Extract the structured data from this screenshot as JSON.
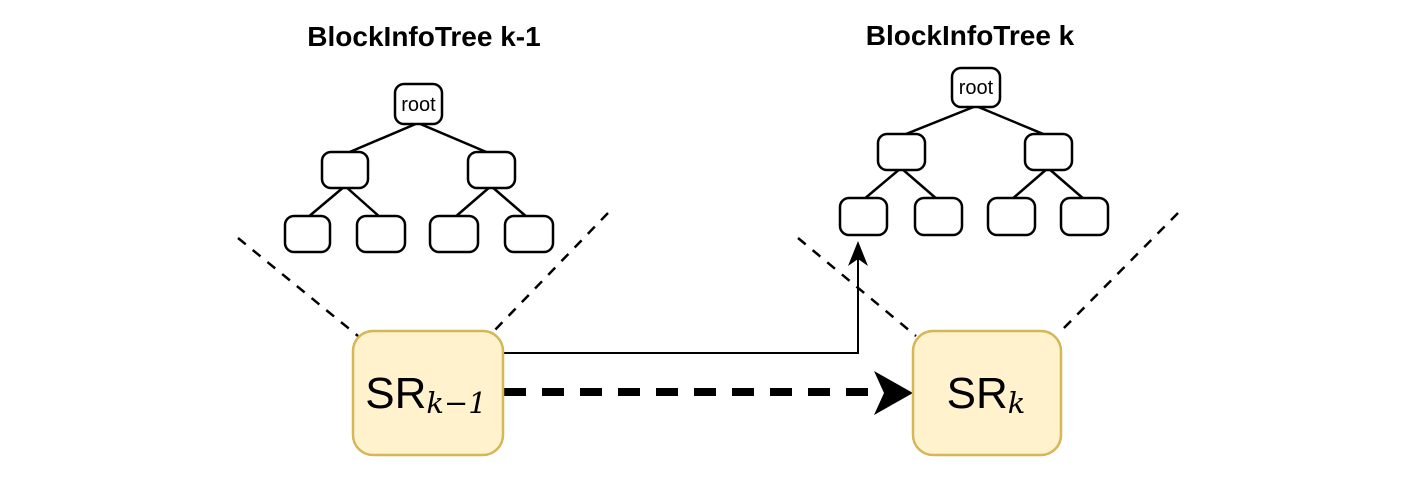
{
  "left_tree": {
    "title": "BlockInfoTree k-1",
    "root_label": "root"
  },
  "right_tree": {
    "title": "BlockInfoTree k",
    "root_label": "root"
  },
  "sr_previous": {
    "base": "SR",
    "subscript": "k−1"
  },
  "sr_current": {
    "base": "SR",
    "subscript": "k"
  },
  "colors": {
    "sr_fill": "#fff2cc",
    "sr_border": "#d6b656",
    "node_fill": "#ffffff",
    "line": "#000000"
  }
}
